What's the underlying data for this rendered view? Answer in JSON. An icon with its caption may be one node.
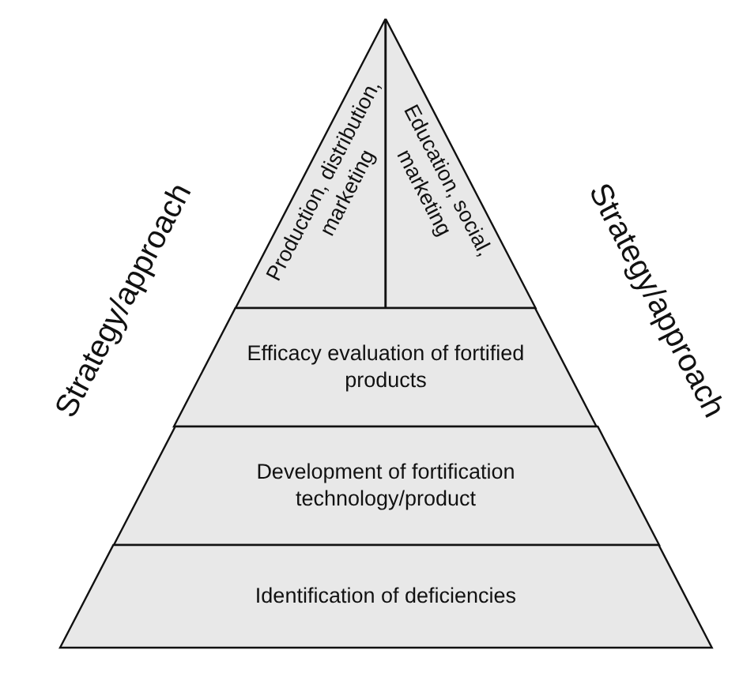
{
  "diagram": {
    "nodes": [
      {
        "text": [
          "Production, distribution, marketing"
        ]
      },
      {
        "text": [
          "Education, social, marketing"
        ]
      },
      {
        "text": [
          "Efficacy evaluation of fortified products"
        ]
      },
      {
        "text": [
          "Development of fortification technology/product"
        ]
      },
      {
        "text": [
          "Identification of deficiencies"
        ]
      }
    ],
    "labels": [
      "Strategy/approach",
      "Strategy/approach"
    ]
  }
}
